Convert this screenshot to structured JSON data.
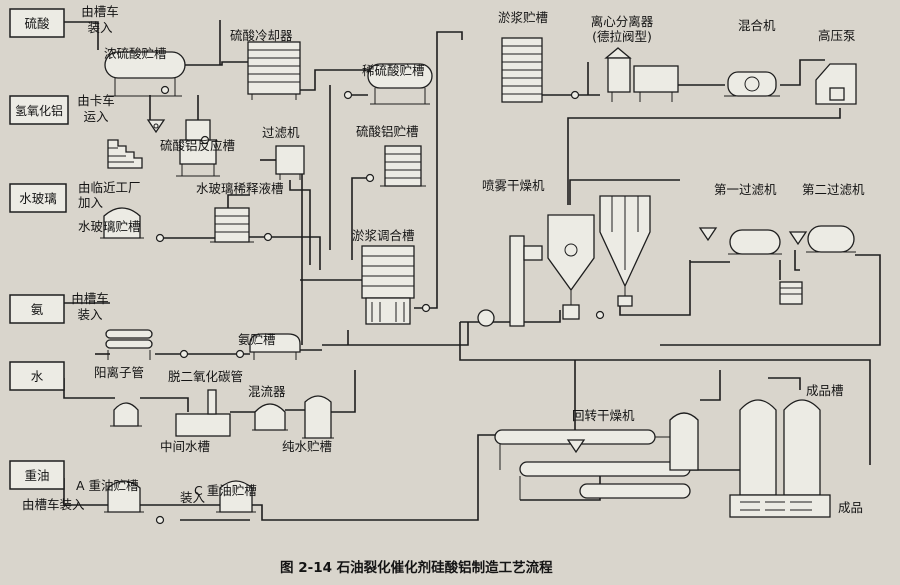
{
  "raw_materials": {
    "sulfuric_acid": "硫酸",
    "aluminum_hydroxide": "氢氧化铝",
    "water_glass": "水玻璃",
    "ammonia": "氨",
    "water": "水",
    "heavy_oil": "重油"
  },
  "sources": {
    "by_tank_car": "由槽车\n装入",
    "by_truck": "由卡车\n运入",
    "from_nearby_plant": "由临近工厂\n加入",
    "by_tank_car_2": "由槽车\n装入",
    "heavy_oil_tank_car": "由槽车装入",
    "loading": "装入"
  },
  "equipment": {
    "conc_acid_tank": "浓硫酸贮槽",
    "acid_cooler": "硫酸冷却器",
    "dilute_acid_tank": "稀硫酸贮槽",
    "al_sulfate_reactor": "硫酸铝反应槽",
    "filter": "过滤机",
    "al_sulfate_tank": "硫酸铝贮槽",
    "wg_storage": "水玻璃贮槽",
    "wg_dilution": "水玻璃稀释液槽",
    "slurry_mix": "淤浆调合槽",
    "slurry_storage": "淤浆贮槽",
    "centrifuge": "离心分离器\n(德拉阀型)",
    "mixer": "混合机",
    "hp_pump": "高压泵",
    "spray_dryer": "喷雾干燥机",
    "filter1": "第一过滤机",
    "filter2": "第二过滤机",
    "ammonia_tank": "氨贮槽",
    "cation_tube": "阳离子管",
    "decarb_tube": "脱二氧化碳管",
    "intermediate_tank": "中间水槽",
    "mixing_device": "混流器",
    "pure_water_tank": "纯水贮槽",
    "oil_tank_a": "A 重油贮槽",
    "oil_tank_c": "C 重油贮槽",
    "rotary_dryer": "回转干燥机",
    "product_tank": "成品槽",
    "product": "成品"
  },
  "caption": "图 2-14   石油裂化催化剂硅酸铝制造工艺流程"
}
